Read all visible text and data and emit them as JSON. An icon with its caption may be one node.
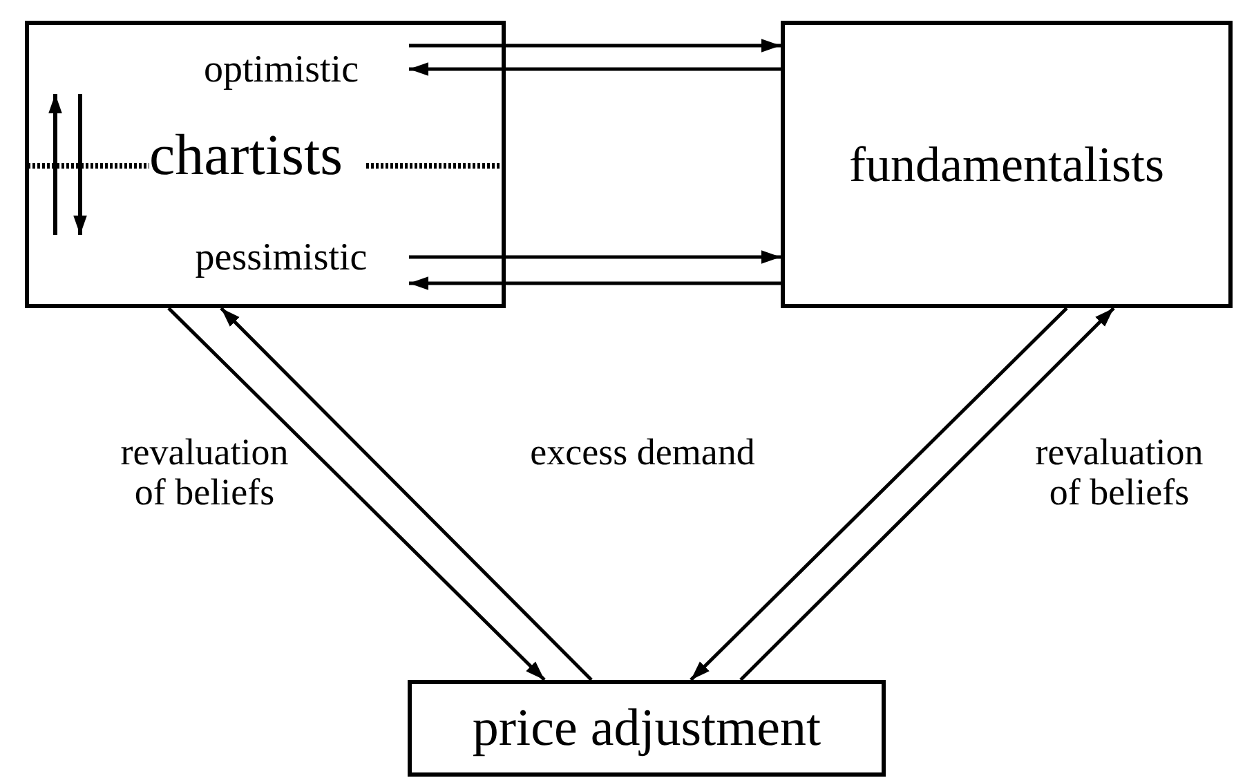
{
  "diagram": {
    "nodes": [
      {
        "text": [
          "chartists"
        ]
      },
      {
        "text": [
          "optimistic"
        ],
        "in": 0
      },
      {
        "text": [
          "pessimistic"
        ],
        "in": 0
      },
      {
        "text": [
          "fundamentalists"
        ]
      },
      {
        "text": [
          "price adjustment"
        ]
      }
    ],
    "edges": [
      {
        "from": 1,
        "to": 3,
        "arrow": "to"
      },
      {
        "from": 3,
        "to": 1,
        "arrow": "to"
      },
      {
        "from": 2,
        "to": 3,
        "arrow": "to"
      },
      {
        "from": 3,
        "to": 2,
        "arrow": "to"
      },
      {
        "from": 0,
        "to": 4,
        "arrow": "to"
      },
      {
        "from": 4,
        "to": 0,
        "arrow": "to"
      },
      {
        "from": 3,
        "to": 4,
        "arrow": "to"
      },
      {
        "from": 4,
        "to": 3,
        "arrow": "to"
      }
    ],
    "labels": [
      "revaluation of beliefs",
      "excess demand",
      "revaluation of beliefs"
    ]
  }
}
